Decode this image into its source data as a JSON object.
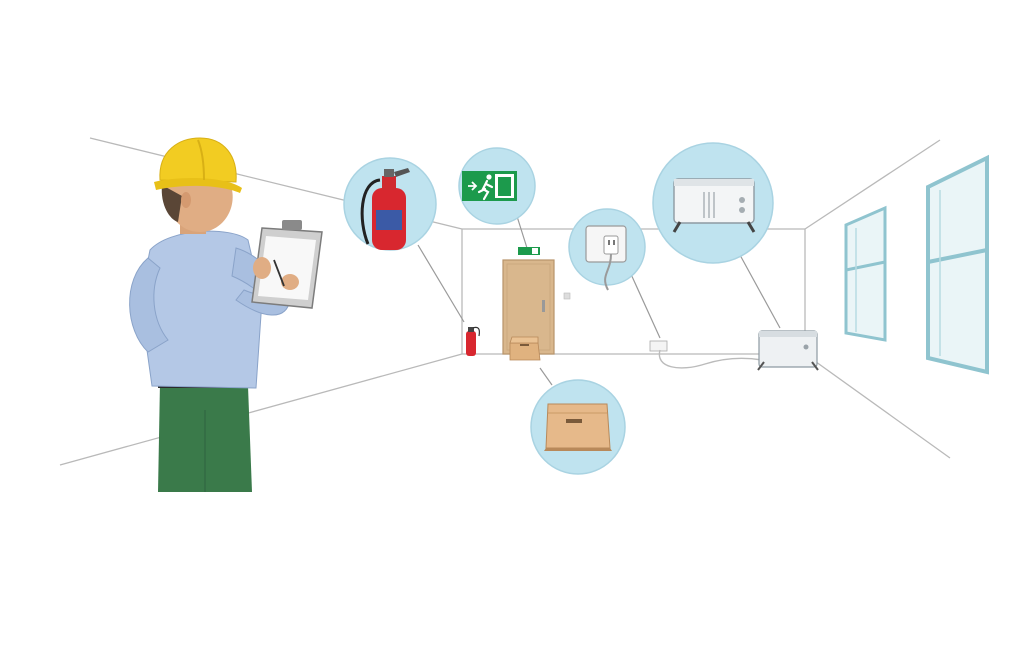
{
  "scene": {
    "items": [
      {
        "id": "fire-extinguisher",
        "icon": "fire-extinguisher-icon"
      },
      {
        "id": "exit-sign",
        "icon": "emergency-exit-sign-icon"
      },
      {
        "id": "electrical-socket",
        "icon": "plug-socket-icon"
      },
      {
        "id": "heater",
        "icon": "convector-heater-icon"
      },
      {
        "id": "obstruction-box",
        "icon": "cardboard-box-icon"
      }
    ]
  },
  "colors": {
    "bubble": "#bfe3ef",
    "bubble_stroke": "#a9d3e2",
    "extinguisher": "#d8272f",
    "exit_sign": "#1c9a4c",
    "helmet": "#f2cc22",
    "shirt": "#b4c8e6",
    "trousers": "#3a7a4a",
    "box": "#e6b98a",
    "door": "#d9b78d",
    "window_frame": "#8fc4cf",
    "room_line": "#b9b9b9"
  }
}
